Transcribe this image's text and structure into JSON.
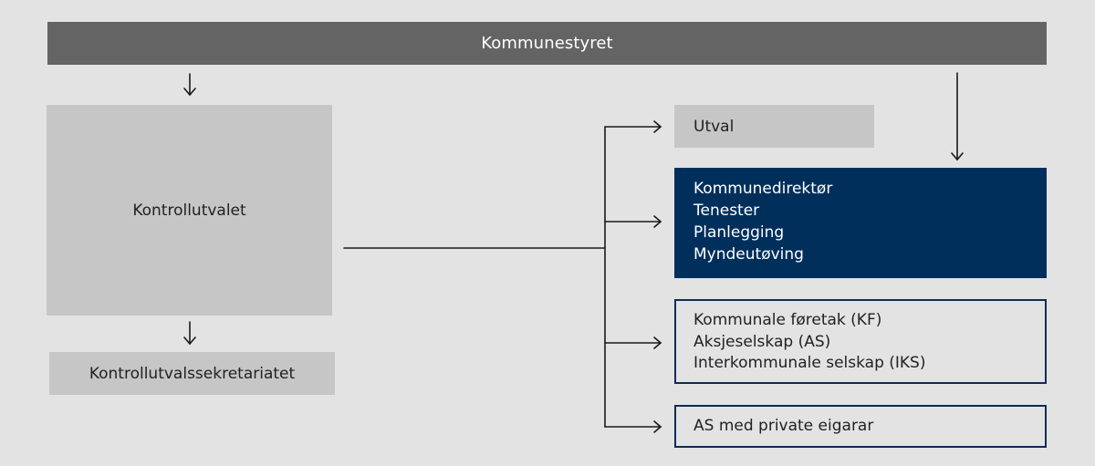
{
  "diagram": {
    "type": "organisational-chart",
    "background_color": "#e3e3e3",
    "top": {
      "label": "Kommunestyret",
      "color": "#646464"
    },
    "left_column": {
      "kontrollutvalet": {
        "label": "Kontrollutvalet",
        "color": "#c6c6c6"
      },
      "sekretariat": {
        "label": "Kontrollutvalssekretariatet",
        "color": "#c6c6c6"
      }
    },
    "right_column": {
      "utval": {
        "label": "Utval",
        "color": "#c6c6c6"
      },
      "administration": {
        "color": "#002f5c",
        "lines": [
          "Kommunedirektør",
          "Tenester",
          "Planlegging",
          "Myndeutøving"
        ]
      },
      "selskap": {
        "border_color": "#0e2d52",
        "lines": [
          "Kommunale føretak (KF)",
          "Aksjeselskap (AS)",
          "Interkommunale selskap (IKS)"
        ]
      },
      "private": {
        "border_color": "#0e2d52",
        "label": "AS med private eigarar"
      }
    },
    "edges": [
      {
        "from": "Kommunestyret",
        "to": "Kontrollutvalet"
      },
      {
        "from": "Kontrollutvalet",
        "to": "Kontrollutvalssekretariatet"
      },
      {
        "from": "Kommunestyret",
        "to": "Kommunedirektør"
      },
      {
        "from": "Kontrollutvalet",
        "to": "Utval"
      },
      {
        "from": "Kontrollutvalet",
        "to": "Kommunedirektør"
      },
      {
        "from": "Kontrollutvalet",
        "to": "Kommunale føretak / AS / IKS"
      },
      {
        "from": "Kontrollutvalet",
        "to": "AS med private eigarar"
      }
    ],
    "icons": {
      "arrow": "arrow-icon"
    }
  }
}
